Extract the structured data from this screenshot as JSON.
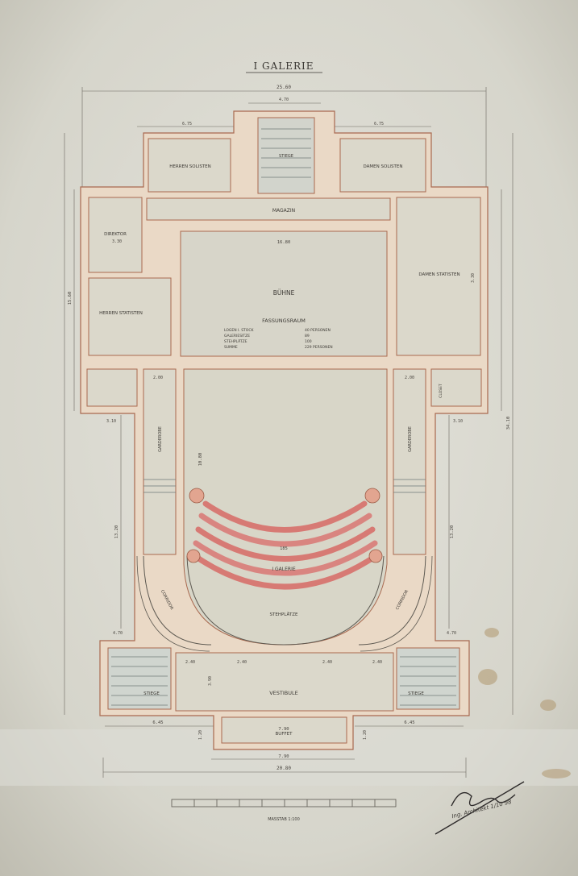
{
  "plan": {
    "title": "I GALERIE",
    "rooms": {
      "herren_solisten_left": "HERREN SOLISTEN",
      "damen_solisten": "DAMEN SOLISTEN",
      "direktor": "DIREKTOR",
      "herren_statisten": "HERREN STATISTEN",
      "damen_statisten": "DAMEN STATISTEN",
      "stiege_top": "STIEGE",
      "magazin": "MAGAZIN",
      "buehne": "BÜHNE",
      "fassungsraum": "FASSUNGSRAUM",
      "garderobe_left": "GARDEROBE",
      "garderobe_right": "GARDEROBE",
      "closet": "CLOSET",
      "galerie": "I GALERIE",
      "stehplaetze": "STEHPLÄTZE",
      "corridor_left": "CORRIDOR",
      "corridor_right": "CORRIDOR",
      "vestibule": "VESTIBULE",
      "stiege_left": "STIEGE",
      "stiege_right": "STIEGE",
      "buffet": "BUFFET"
    },
    "capacity_table": [
      [
        "LOGEN I. STOCK",
        "40 PERSONEN"
      ],
      [
        "GALERIESITZE",
        "89"
      ],
      [
        "STEHPLÄTZE",
        "100"
      ],
      [
        "SUMME",
        "229 PERSONEN"
      ]
    ],
    "dimensions": {
      "overall_width_top": "25.60",
      "tower_width": "4.70",
      "wing_left": "6.75",
      "wing_right": "6.75",
      "stage_width": "16.80",
      "wall_left": "3.30",
      "wall_right": "3.30",
      "stage_depth": "15.60",
      "overall_depth": "34.10",
      "auditorium_depth": "10.80",
      "lobby_depth": "13.20",
      "aisle_top_left": "2.00",
      "aisle_top_right": "2.00",
      "corner_left": "3.10",
      "corner_right": "3.10",
      "stair_left": "4.70",
      "stair_right": "4.70",
      "vest_a": "2.40",
      "vest_b": "2.40",
      "vest_c": "2.40",
      "vest_d": "2.40",
      "side_left": "6.45",
      "side_right": "6.45",
      "foyer_depth": "3.90",
      "buffet_width": "7.90",
      "overall_width_bottom": "20.80",
      "small_a": "1.20",
      "small_b": "1.20",
      "seat_count": "185"
    },
    "scale_label": "MASSTAB 1:100",
    "signature": "Ing. Architekt 1/10 98"
  }
}
